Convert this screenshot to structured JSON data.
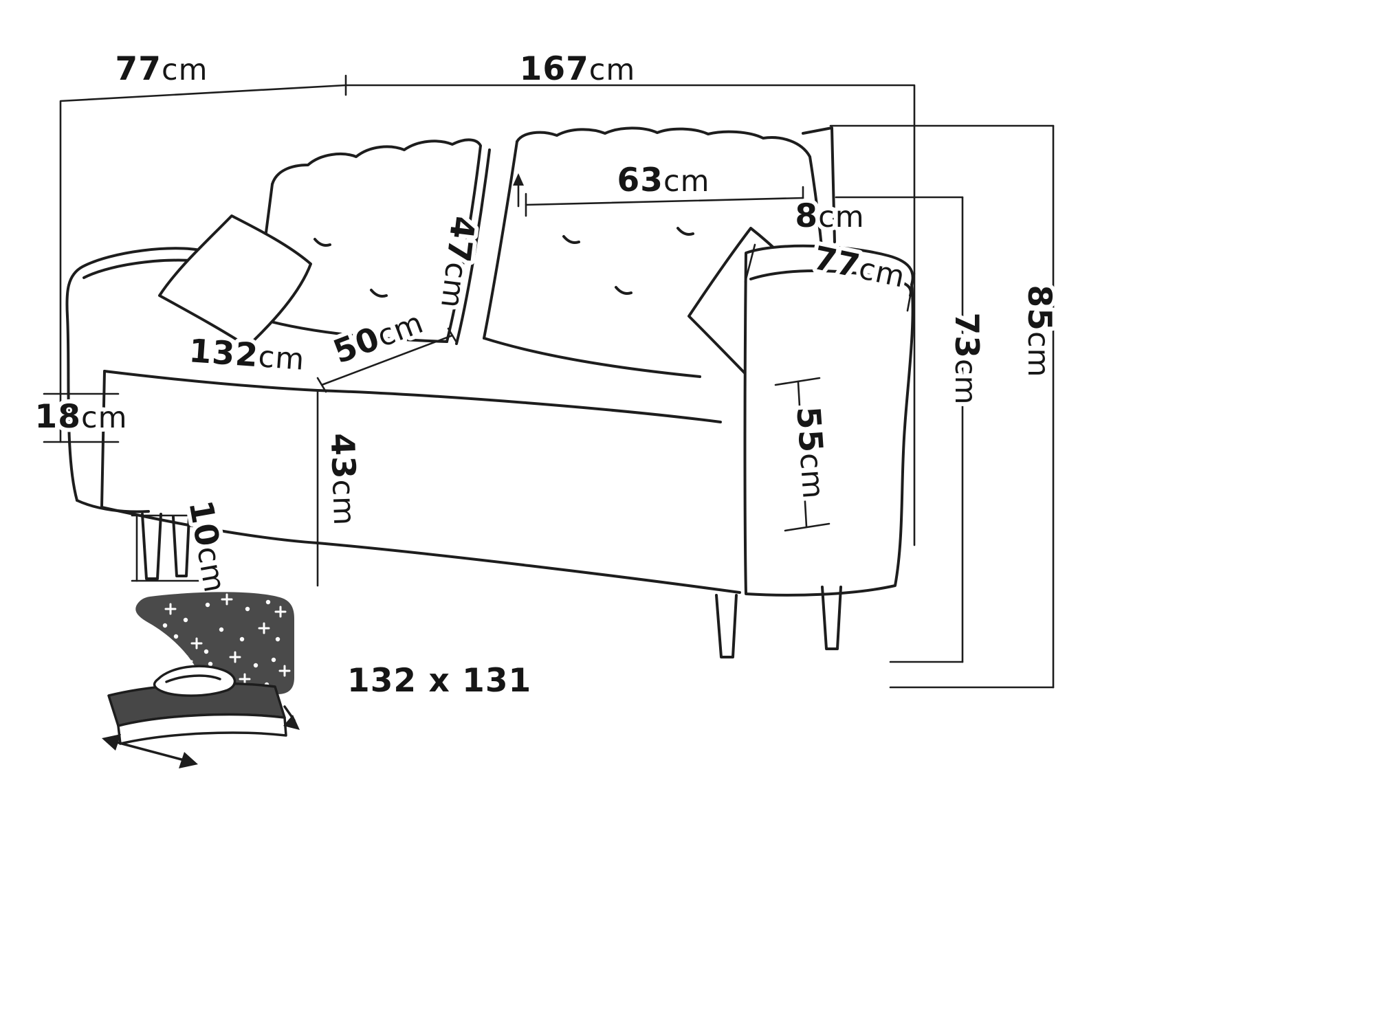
{
  "canvas": {
    "background": "#ffffff",
    "line_color": "#1d1d1d"
  },
  "labels": {
    "top_depth": {
      "value": "77",
      "unit": "cm"
    },
    "top_width": {
      "value": "167",
      "unit": "cm"
    },
    "back_cushion_width": {
      "value": "63",
      "unit": "cm"
    },
    "back_top_thickness": {
      "value": "8",
      "unit": "cm"
    },
    "armrest_depth": {
      "value": "77",
      "unit": "cm"
    },
    "total_height": {
      "value": "85",
      "unit": "cm"
    },
    "backrest_height": {
      "value": "73",
      "unit": "cm"
    },
    "armrest_height": {
      "value": "55",
      "unit": "cm"
    },
    "back_cushion_height": {
      "value": "47",
      "unit": "cm"
    },
    "seat_depth": {
      "value": "50",
      "unit": "cm"
    },
    "seat_width": {
      "value": "132",
      "unit": "cm"
    },
    "base_side_height": {
      "value": "18",
      "unit": "cm"
    },
    "seat_height": {
      "value": "43",
      "unit": "cm"
    },
    "leg_height": {
      "value": "10",
      "unit": "cm"
    },
    "sleeping_area": "132 x 131"
  }
}
